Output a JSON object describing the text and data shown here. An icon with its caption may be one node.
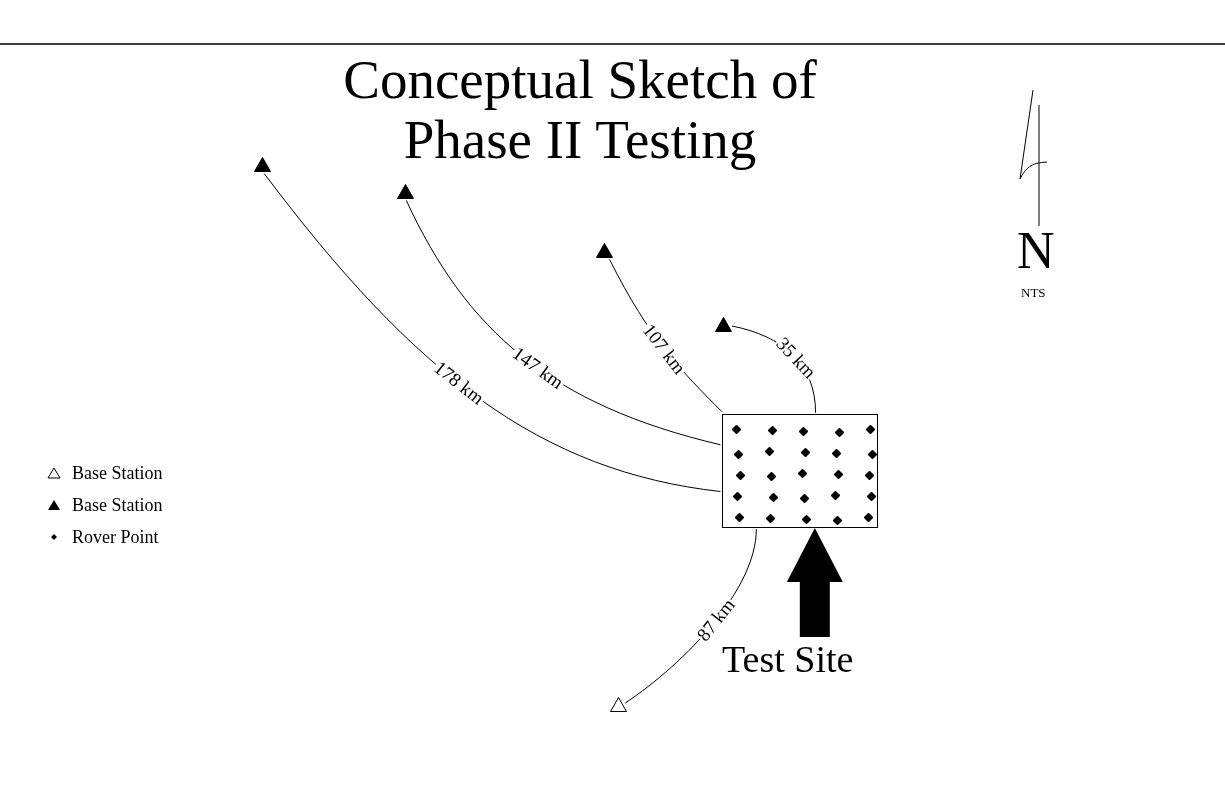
{
  "diagram": {
    "title": "Conceptual Sketch of Phase II Testing",
    "nodes": [
      {
        "text": [],
        "shape": "box"
      },
      {
        "text": [],
        "shape": "triangle"
      },
      {
        "text": [],
        "shape": "triangle"
      },
      {
        "text": [],
        "shape": "triangle"
      },
      {
        "text": [],
        "shape": "triangle"
      },
      {
        "text": [],
        "shape": "triangle"
      },
      {
        "text": [
          "Test Site"
        ]
      }
    ],
    "edges": [
      {
        "from": 0,
        "to": 1,
        "arrow": "none",
        "label": "178 km"
      },
      {
        "from": 0,
        "to": 2,
        "arrow": "none",
        "label": "147 km"
      },
      {
        "from": 0,
        "to": 3,
        "arrow": "none",
        "label": "107 km"
      },
      {
        "from": 0,
        "to": 4,
        "arrow": "none",
        "label": "35 km"
      },
      {
        "from": 0,
        "to": 5,
        "arrow": "none",
        "label": "87 km"
      },
      {
        "from": 6,
        "to": 0,
        "arrow": "to",
        "style": "thick"
      }
    ],
    "labels": [
      "N",
      "NTS"
    ],
    "legend": [
      {
        "text": "Base Station"
      },
      {
        "text": "Base Station"
      },
      {
        "text": "Rover Point"
      }
    ]
  }
}
